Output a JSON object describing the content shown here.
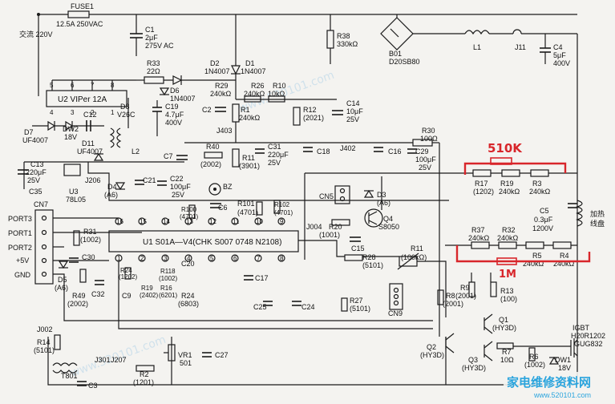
{
  "input": {
    "label": "交流 220V"
  },
  "fuse": {
    "ref": "FUSE1",
    "value": "12.5A 250VAC"
  },
  "c1": {
    "ref": "C1",
    "v1": "2μF",
    "v2": "275V AC"
  },
  "r38": {
    "ref": "R38",
    "value": "330kΩ"
  },
  "bridge": {
    "ref": "B01",
    "value": "D20SB80"
  },
  "l1": {
    "ref": "L1"
  },
  "j11": {
    "ref": "J11"
  },
  "c4": {
    "ref": "C4",
    "v1": "5μF",
    "v2": "400V"
  },
  "r33": {
    "ref": "R33",
    "value": "22Ω"
  },
  "d2": {
    "ref": "D2",
    "value": "1N4007"
  },
  "d1": {
    "ref": "D1",
    "value": "1N4007"
  },
  "u2": {
    "label": "U2 VIPer 12A"
  },
  "d6": {
    "ref": "D6",
    "value": "1N4007"
  },
  "r29": {
    "ref": "R29",
    "value": "240kΩ"
  },
  "r26": {
    "ref": "R26",
    "value": "240kΩ"
  },
  "r10": {
    "ref": "R10",
    "value": "10kΩ"
  },
  "c2": {
    "ref": "C2"
  },
  "r1": {
    "ref": "R1",
    "value": "240kΩ"
  },
  "r12": {
    "ref": "R12",
    "value": "(2021)"
  },
  "c14": {
    "ref": "C14",
    "v1": "10μF",
    "v2": "25V"
  },
  "d8": {
    "ref": "D8",
    "value": "V26C"
  },
  "c19": {
    "ref": "C19",
    "v1": "4.7μF",
    "v2": "400V"
  },
  "d7": {
    "ref": "D7",
    "value": "UF4007"
  },
  "dw2": {
    "ref": "DW2",
    "value": "18V"
  },
  "c12": {
    "ref": "C12"
  },
  "j403": {
    "ref": "J403"
  },
  "r30": {
    "ref": "R30",
    "value": "100Ω"
  },
  "d11": {
    "ref": "D11",
    "value": "UF4007"
  },
  "l2": {
    "ref": "L2"
  },
  "c7": {
    "ref": "C7"
  },
  "r40": {
    "ref": "R40",
    "value": "(2002)"
  },
  "r11": {
    "ref": "R11",
    "value": "(3901)"
  },
  "c31": {
    "ref": "C31",
    "v1": "220μF",
    "v2": "25V"
  },
  "c18": {
    "ref": "C18"
  },
  "j402": {
    "ref": "J402"
  },
  "c16": {
    "ref": "C16"
  },
  "c29": {
    "ref": "C29",
    "v1": "100μF",
    "v2": "25V"
  },
  "c13": {
    "ref": "C13",
    "v1": "220μF",
    "v2": "25V"
  },
  "u3": {
    "ref": "U3",
    "value": "78L05"
  },
  "j206": {
    "ref": "J206"
  },
  "d4": {
    "ref": "D4",
    "value": "(A6)"
  },
  "c21": {
    "ref": "C21"
  },
  "c22": {
    "ref": "C22",
    "v1": "100μF",
    "v2": "25V"
  },
  "bz": {
    "ref": "BZ"
  },
  "c35": {
    "ref": "C35"
  },
  "cn5": {
    "ref": "CN5"
  },
  "d3": {
    "ref": "D3",
    "value": "(A6)"
  },
  "r17": {
    "ref": "R17",
    "value": "(1202)"
  },
  "r19": {
    "ref": "R19",
    "value": "240kΩ"
  },
  "r3": {
    "ref": "R3",
    "value": "240kΩ"
  },
  "c6": {
    "ref": "C6"
  },
  "r100": {
    "ref": "R100",
    "value": "(4701)"
  },
  "r101": {
    "ref": "R101",
    "value": "(4701)"
  },
  "r102": {
    "ref": "R102",
    "value": "(4701)"
  },
  "c5": {
    "ref": "C5",
    "v1": "0.3μF",
    "v2": "1200V"
  },
  "coil": {
    "l1": "加热",
    "l2": "线盘"
  },
  "cn7": {
    "ref": "CN7"
  },
  "ports": [
    "PORT3",
    "PORT1",
    "PORT2",
    "+5V",
    "GND"
  ],
  "q4": {
    "ref": "Q4",
    "value": "S8050"
  },
  "j004": {
    "ref": "J004"
  },
  "r20": {
    "ref": "R20",
    "value": "(1001)"
  },
  "r37": {
    "ref": "R37",
    "value": "240kΩ"
  },
  "r32": {
    "ref": "R32",
    "value": "240kΩ"
  },
  "r31": {
    "ref": "R31",
    "value": "(1002)"
  },
  "u1": {
    "label": "U1 S01A—V4(CHK S007 0748 N2108)"
  },
  "c15": {
    "ref": "C15"
  },
  "r5": {
    "ref": "R5",
    "value": "240kΩ"
  },
  "r4": {
    "ref": "R4",
    "value": "240kΩ"
  },
  "c30": {
    "ref": "C30"
  },
  "r28": {
    "ref": "R28",
    "value": "(5101)"
  },
  "r11b": {
    "ref": "R11",
    "value": "(100kΩ)"
  },
  "c20": {
    "ref": "C20"
  },
  "r24a": {
    "ref": "R24",
    "value": "(1202)"
  },
  "r118": {
    "ref": "R118",
    "value": "(1002)"
  },
  "d5": {
    "ref": "D5",
    "value": "(A6)"
  },
  "c9": {
    "ref": "C9"
  },
  "r19b": {
    "ref": "R19",
    "value": "(2402)"
  },
  "r16": {
    "ref": "R16",
    "value": "(6201)"
  },
  "c17": {
    "ref": "C17"
  },
  "r49": {
    "ref": "R49",
    "value": "(2002)"
  },
  "c32": {
    "ref": "C32"
  },
  "r24b": {
    "ref": "R24",
    "value": "(6803)"
  },
  "r9": {
    "ref": "R9",
    "value": "(2001)"
  },
  "r13": {
    "ref": "R13",
    "value": "(100)"
  },
  "r8": {
    "ref": "R8",
    "value": "(2001)"
  },
  "c25": {
    "ref": "C25"
  },
  "c24": {
    "ref": "C24"
  },
  "r27": {
    "ref": "R27",
    "value": "(5101)"
  },
  "cn9": {
    "ref": "CN9"
  },
  "q1": {
    "ref": "Q1",
    "value": "(HY3D)"
  },
  "j002": {
    "ref": "J002"
  },
  "r14": {
    "ref": "R14",
    "value": "(5101)"
  },
  "q2": {
    "ref": "Q2",
    "value": "(HY3D)"
  },
  "igbt": {
    "ref": "IGBT",
    "v1": "H20R1202",
    "v2": "GUG832"
  },
  "vr1": {
    "ref": "VR1",
    "value": "501"
  },
  "c27": {
    "ref": "C27"
  },
  "q3": {
    "ref": "Q3",
    "value": "(HY3D)"
  },
  "r7": {
    "ref": "R7",
    "value": "10Ω"
  },
  "r6": {
    "ref": "R6",
    "value": "(1002)"
  },
  "dw1": {
    "ref": "DW1",
    "value": "18V"
  },
  "j301": {
    "ref": "J301"
  },
  "j207": {
    "ref": "J207"
  },
  "t801": {
    "ref": "T801"
  },
  "r2": {
    "ref": "R2",
    "value": "(1201)"
  },
  "c3": {
    "ref": "C3"
  },
  "annotations": {
    "top": "510K",
    "bottom": "1M"
  },
  "pins_top": [
    "16",
    "15",
    "14",
    "13",
    "12",
    "11",
    "10",
    "9"
  ],
  "pins_bottom": [
    "1",
    "2",
    "3",
    "4",
    "5",
    "6",
    "7",
    "8"
  ],
  "pins_u2": [
    "5",
    "6",
    "7",
    "8",
    "4",
    "3",
    "2",
    "1"
  ],
  "watermark": {
    "text1": "www.520101.com",
    "brand": "家电维修资料网",
    "url": "www.520101.com"
  }
}
